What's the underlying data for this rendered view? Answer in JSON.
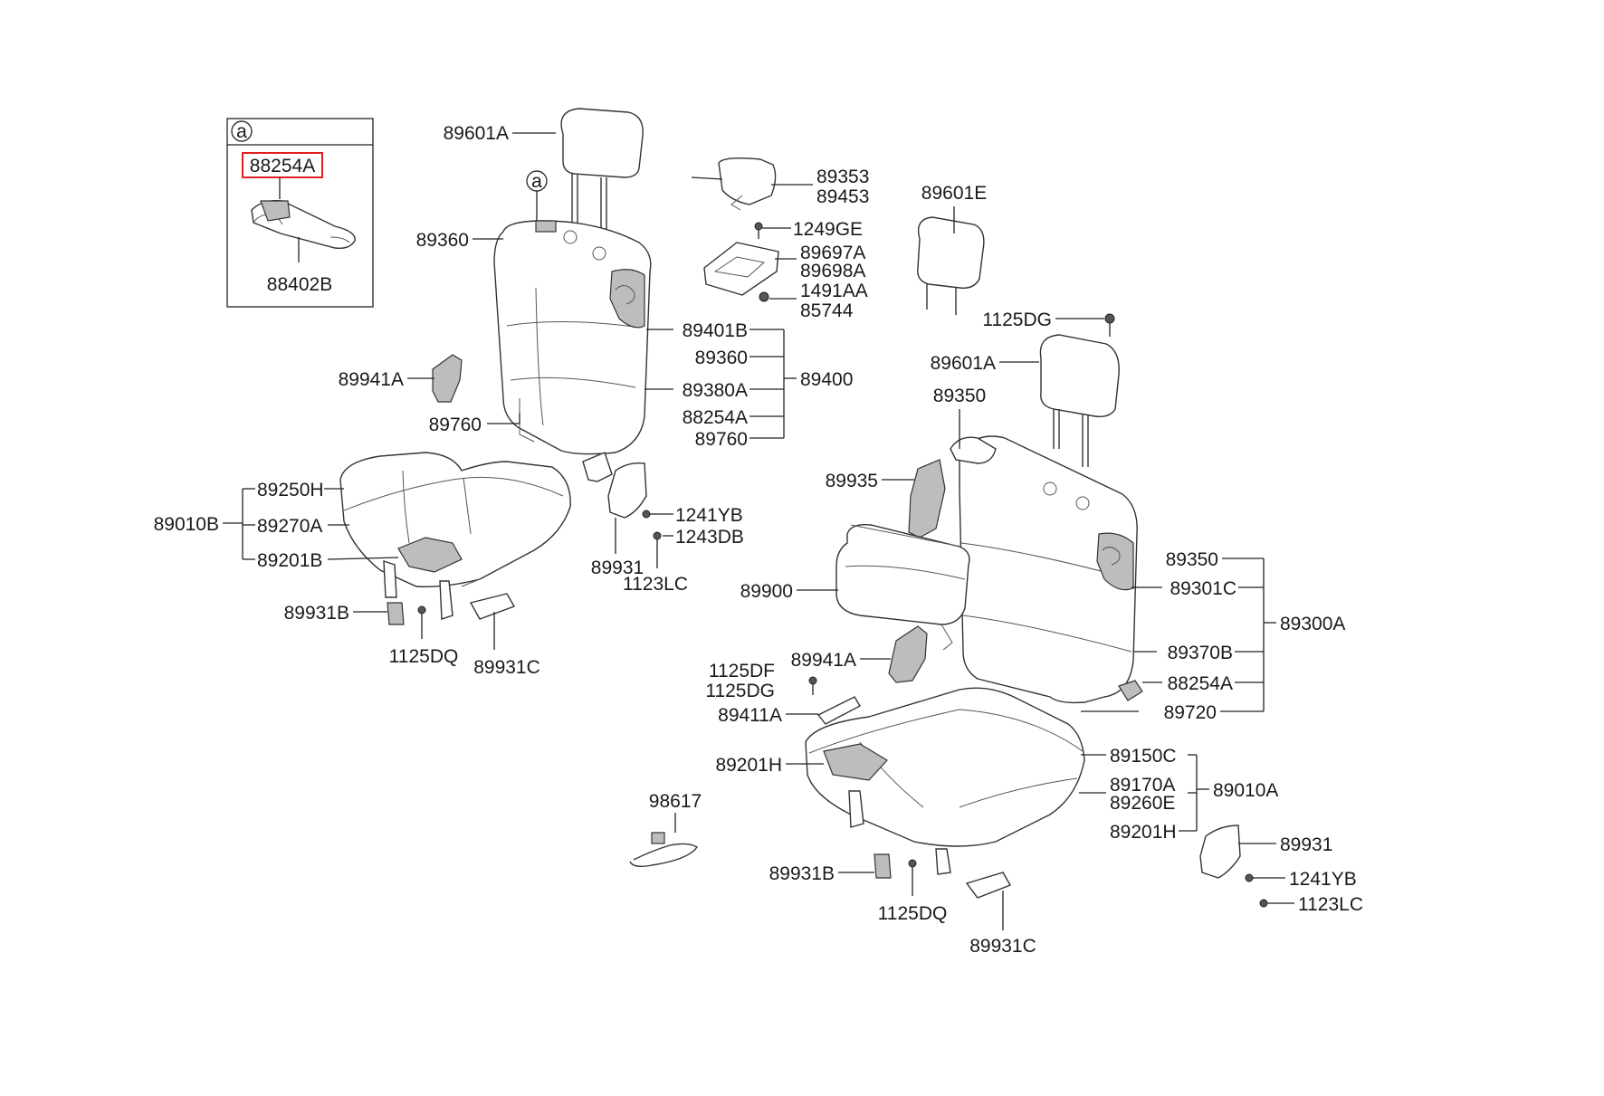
{
  "inset": {
    "marker": "a",
    "highlighted_part": "88254A",
    "part": "88402B"
  },
  "callout_marker": "a",
  "labels": {
    "l_89601A_top": "89601A",
    "l_89360_top": "89360",
    "l_89941A_left": "89941A",
    "l_89760_left": "89760",
    "l_89250H": "89250H",
    "l_89270A": "89270A",
    "l_89201B": "89201B",
    "l_89010B": "89010B",
    "l_89931B_left": "89931B",
    "l_1125DQ_left": "1125DQ",
    "l_89931C_left": "89931C",
    "l_89931_left": "89931",
    "l_1123LC_left": "1123LC",
    "l_1241YB_left": "1241YB",
    "l_1243DB": "1243DB",
    "l_89401B": "89401B",
    "l_89360_grp": "89360",
    "l_89380A": "89380A",
    "l_88254A_grp": "88254A",
    "l_89760_grp": "89760",
    "l_89400": "89400",
    "l_89353": "89353",
    "l_89453": "89453",
    "l_1249GE": "1249GE",
    "l_89697A": "89697A",
    "l_89698A": "89698A",
    "l_1491AA": "1491AA",
    "l_85744": "85744",
    "l_89601E": "89601E",
    "l_1125DG_top": "1125DG",
    "l_89601A_right": "89601A",
    "l_89350_top": "89350",
    "l_89935": "89935",
    "l_89900": "89900",
    "l_89350_grp": "89350",
    "l_89301C": "89301C",
    "l_89300A": "89300A",
    "l_89370B": "89370B",
    "l_88254A_right": "88254A",
    "l_89720": "89720",
    "l_89941A_right": "89941A",
    "l_1125DF": "1125DF",
    "l_1125DG_mid": "1125DG",
    "l_89411A": "89411A",
    "l_89201H": "89201H",
    "l_89150C": "89150C",
    "l_89170A": "89170A",
    "l_89260E": "89260E",
    "l_89201H_grp": "89201H",
    "l_89010A": "89010A",
    "l_98617": "98617",
    "l_89931B_right": "89931B",
    "l_1125DQ_right": "1125DQ",
    "l_89931C_right": "89931C",
    "l_89931_right": "89931",
    "l_1241YB_right": "1241YB",
    "l_1123LC_right": "1123LC"
  },
  "colors": {
    "highlight": "#e02020",
    "line": "#222222"
  }
}
